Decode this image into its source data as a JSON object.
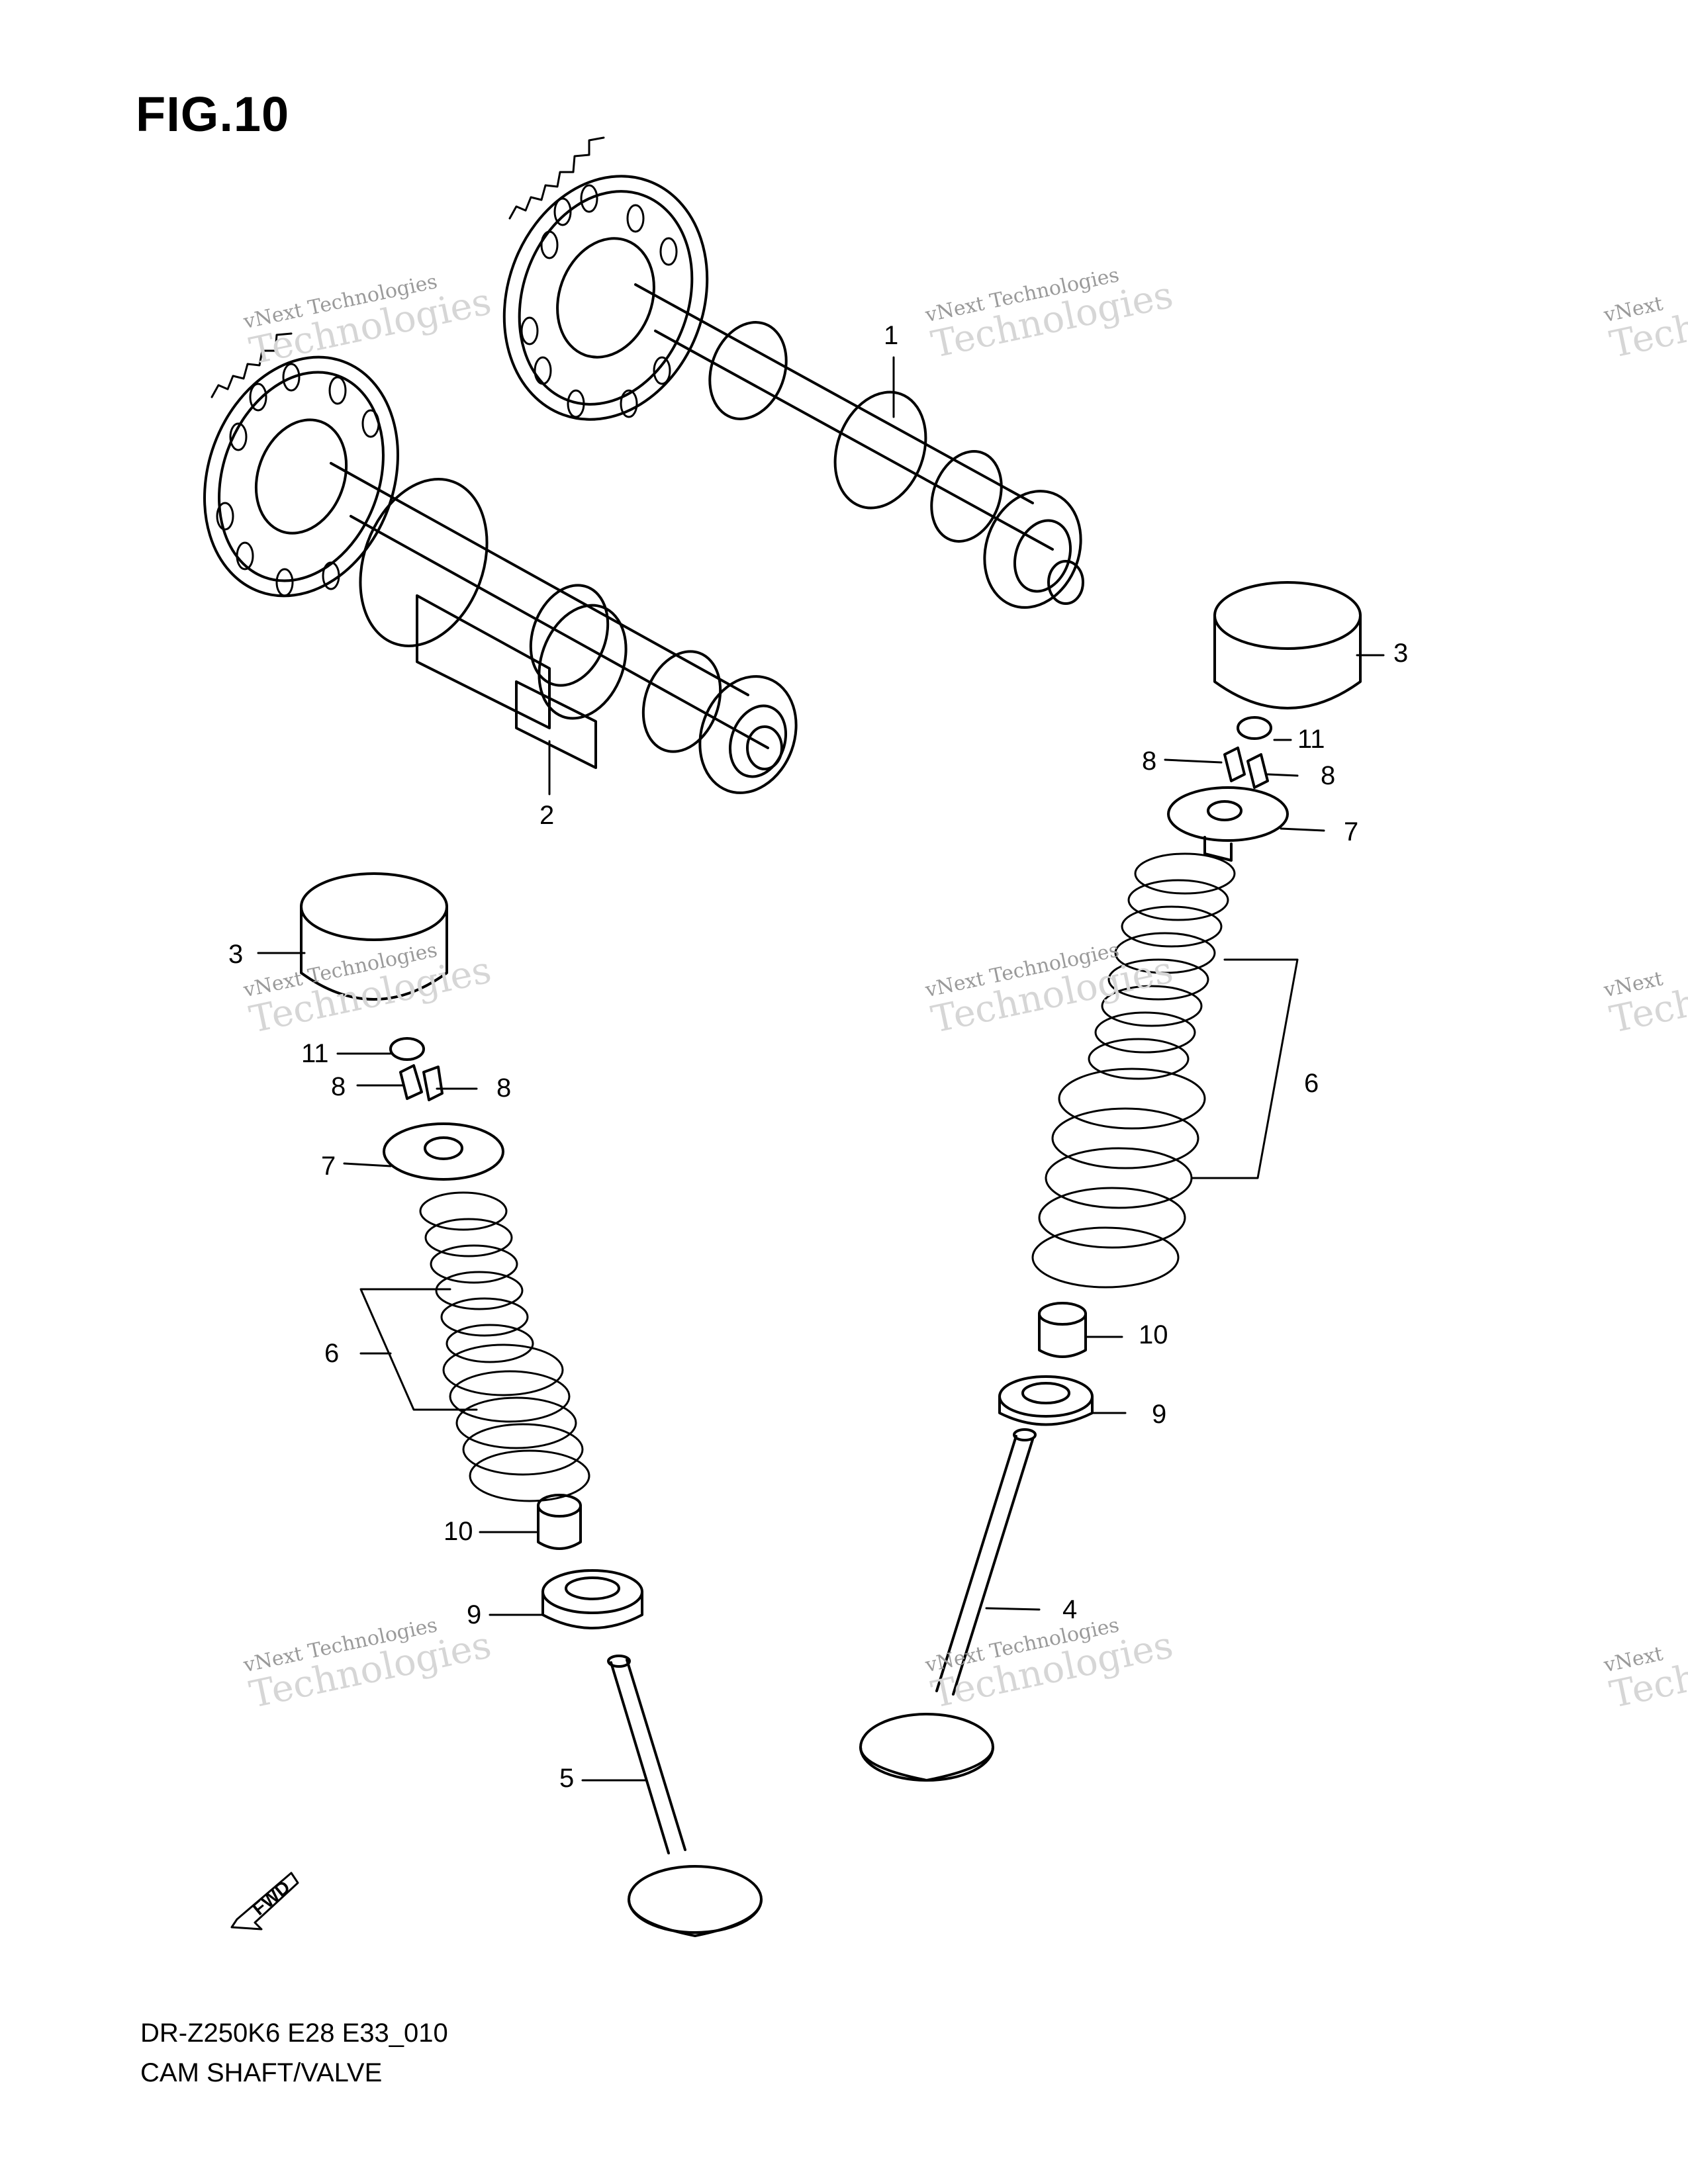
{
  "figure": {
    "title": "FIG.10"
  },
  "footer": {
    "code": "DR-Z250K6 E28 E33_010",
    "title": "CAM SHAFT/VALVE"
  },
  "callouts": [
    "1",
    "2",
    "3",
    "11",
    "8",
    "8",
    "7",
    "6",
    "10",
    "9",
    "4",
    "3",
    "11",
    "8",
    "8",
    "7",
    "6",
    "10",
    "9",
    "5"
  ],
  "watermark": {
    "line1": "vNext Technologies",
    "line2": "vNext Technologies"
  },
  "fwd_label": "FWD"
}
